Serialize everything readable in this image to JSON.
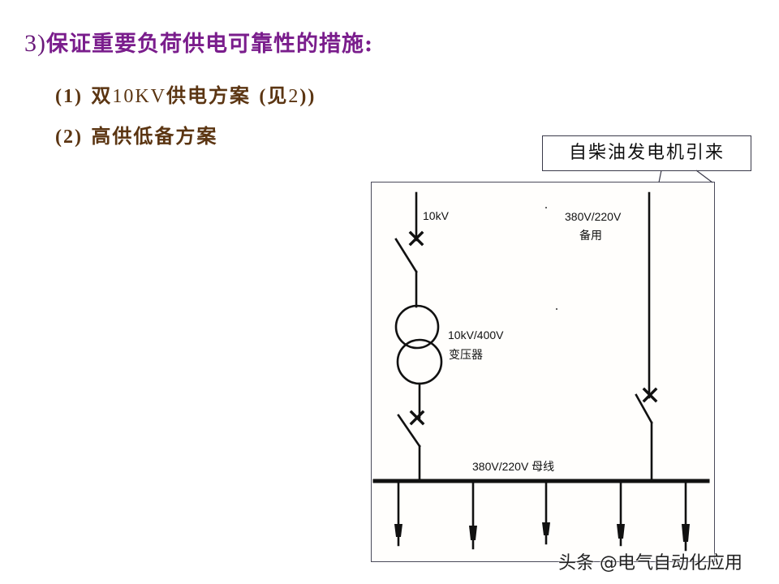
{
  "slide": {
    "heading": {
      "number": "3)",
      "text": "保证重要负荷供电可靠性的措施:"
    },
    "items": [
      {
        "index": "(1)",
        "text": "双",
        "latin": "10KV",
        "text2": "供电方案",
        "note_open": "(见",
        "note_num": "2",
        "note_close": "))"
      },
      {
        "index": "(2)",
        "text": "高供低备方案"
      }
    ],
    "colors": {
      "heading": "#7a1d8c",
      "items": "#5b3512",
      "diagram_line": "#111111"
    }
  },
  "diagram": {
    "callout": "自柴油发电机引来",
    "labels": {
      "hv_feed": "10kV",
      "backup_voltage": "380V/220V",
      "backup_label": "备用",
      "transformer_rating": "10kV/400V",
      "transformer_label": "变压器",
      "busbar": "380V/220V 母线"
    },
    "feeders": 5
  },
  "watermark": "头条 @电气自动化应用"
}
